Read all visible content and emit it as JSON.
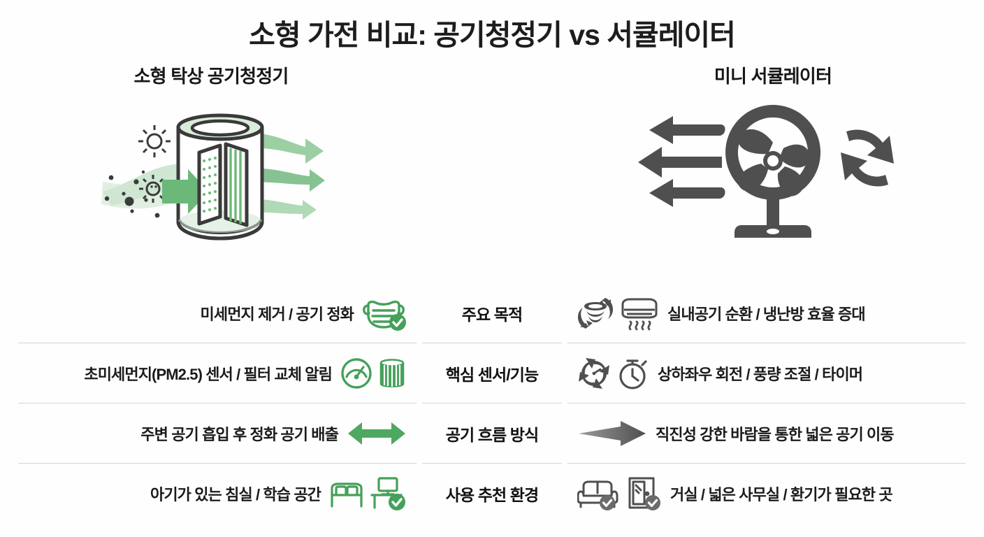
{
  "title": "소형 가전 비교: 공기청정기 vs 서큘레이터",
  "colors": {
    "green": "#45a05a",
    "green_light": "#a8d3ae",
    "green_pale": "#cfe6d2",
    "dark": "#4a4a4a",
    "outline": "#3a3a3a",
    "divider": "#d2d4d6",
    "background": "#fefefe",
    "text": "#1b1b1b"
  },
  "hero": {
    "left": {
      "heading": "소형 탁상 공기청정기",
      "illustration": "air-purifier-illustration"
    },
    "right": {
      "heading": "미니 서큘레이터",
      "illustration": "circulator-fan-illustration"
    }
  },
  "rows": [
    {
      "label": "주요 목적",
      "left": {
        "text": "미세먼지 제거 / 공기 정화",
        "icons": [
          "face-mask-check-icon"
        ]
      },
      "right": {
        "text": "실내공기 순환 / 냉난방 효율 증대",
        "icons": [
          "air-circulation-icon",
          "air-conditioner-icon"
        ]
      }
    },
    {
      "label": "핵심 센서/기능",
      "left": {
        "text": "초미세먼지(PM2.5) 센서 / 필터 교체 알림",
        "icons": [
          "gauge-sensor-icon",
          "filter-cartridge-icon"
        ]
      },
      "right": {
        "text": "상하좌우 회전 / 풍량 조절 / 타이머",
        "icons": [
          "rotation-arrows-icon",
          "stopwatch-timer-icon"
        ]
      }
    },
    {
      "label": "공기 흐름 방식",
      "left": {
        "text": "주변 공기 흡입 후 정화 공기 배출",
        "icons": [
          "bidirectional-arrow-icon"
        ]
      },
      "right": {
        "text": "직진성 강한 바람을 통한 넓은 공기 이동",
        "icons": [
          "straight-arrow-icon"
        ]
      }
    },
    {
      "label": "사용 추천 환경",
      "left": {
        "text": "아기가 있는 침실 / 학습 공간",
        "icons": [
          "bed-icon",
          "desk-check-icon"
        ]
      },
      "right": {
        "text": "거실 / 넓은 사무실 / 환기가 필요한 곳",
        "icons": [
          "sofa-check-icon",
          "door-check-icon"
        ]
      }
    }
  ]
}
